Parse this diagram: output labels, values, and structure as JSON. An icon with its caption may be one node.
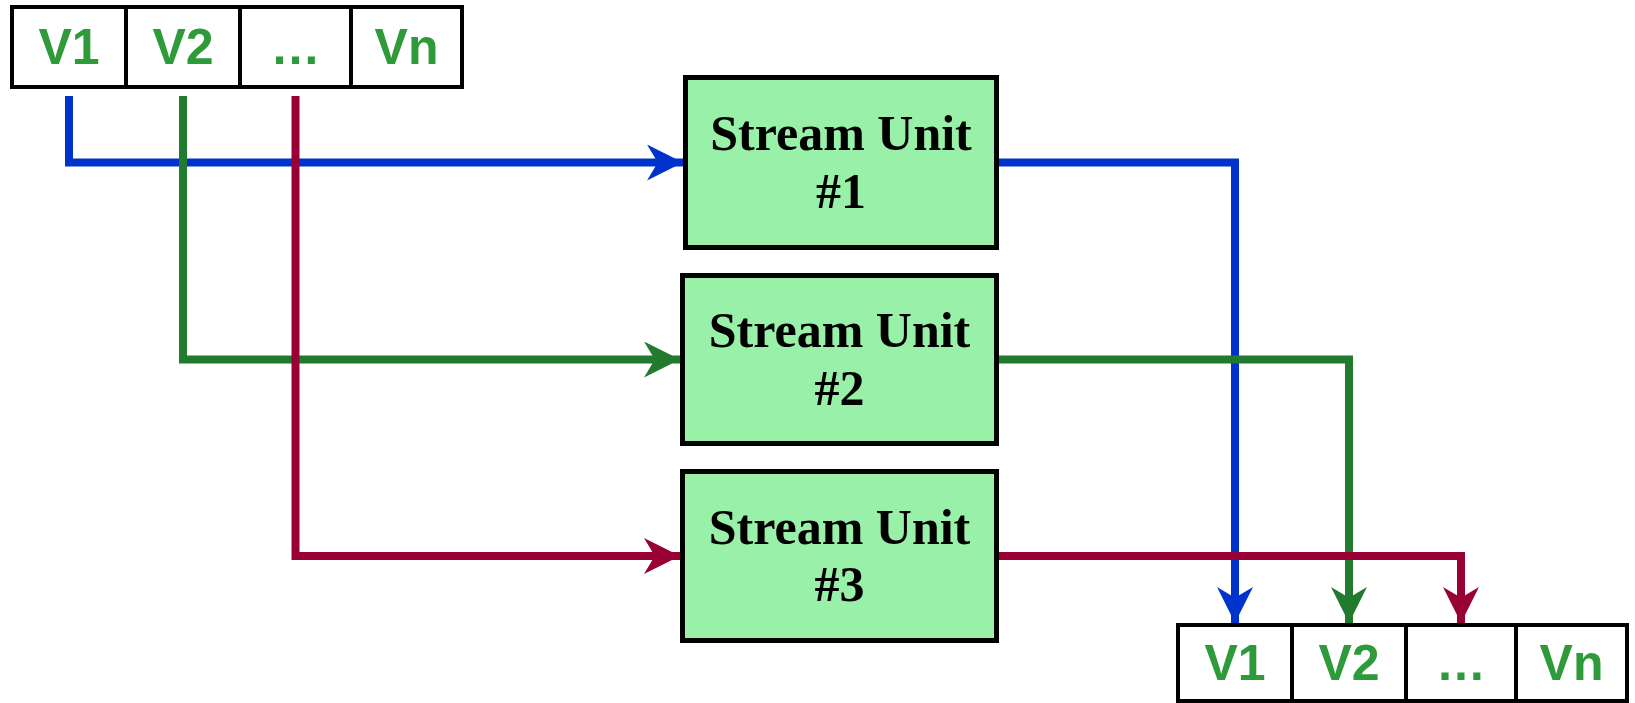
{
  "diagram": {
    "nodes": [
      {
        "text": [
          "V1"
        ]
      },
      {
        "text": [
          "V2"
        ]
      },
      {
        "text": [
          "…"
        ]
      },
      {
        "text": [
          "Vn"
        ]
      },
      {
        "text": [
          "Stream Unit #1"
        ]
      },
      {
        "text": [
          "Stream Unit #2"
        ]
      },
      {
        "text": [
          "Stream Unit #3"
        ]
      },
      {
        "text": [
          "V1"
        ]
      },
      {
        "text": [
          "V2"
        ]
      },
      {
        "text": [
          "…"
        ]
      },
      {
        "text": [
          "Vn"
        ]
      }
    ],
    "edges": [
      {
        "from": 0,
        "to": 4,
        "arrow": "to",
        "color": "#0033cc"
      },
      {
        "from": 1,
        "to": 5,
        "arrow": "to",
        "color": "#217a2e"
      },
      {
        "from": 2,
        "to": 6,
        "arrow": "to",
        "color": "#990033"
      },
      {
        "from": 4,
        "to": 7,
        "arrow": "to",
        "color": "#0033cc"
      },
      {
        "from": 5,
        "to": 8,
        "arrow": "to",
        "color": "#217a2e"
      },
      {
        "from": 6,
        "to": 9,
        "arrow": "to",
        "color": "#990033"
      }
    ]
  }
}
